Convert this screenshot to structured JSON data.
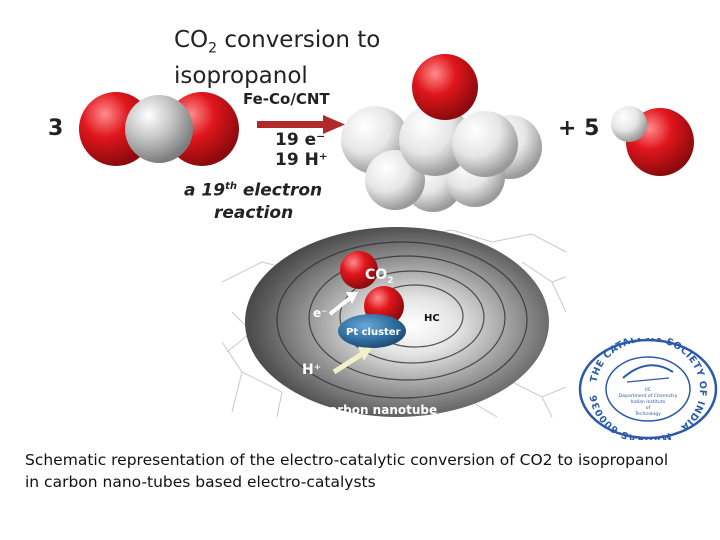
{
  "title": {
    "line1": "CO",
    "line1_sub": "2",
    "line1_rest": " conversion to",
    "line2": "isopropanol"
  },
  "equation": {
    "reactant_coefficient": "3",
    "catalyst": "Fe-Co/CNT",
    "electrons": "19 e⁻",
    "protons": "19 H⁺",
    "product_coefficient": "+ 5",
    "note_a": "a 19",
    "note_sup": "th",
    "note_rest": " electron",
    "note_line2": "reaction"
  },
  "nanotube_labels": {
    "co2": "CO",
    "co2_sub": "2",
    "electron": "e⁻",
    "cluster": "Pt cluster",
    "hc": "HC",
    "proton": "H⁺",
    "tube": "carbon nanotube"
  },
  "seal": {
    "ring_text": "THE CATALYSIS SOCIETY OF INDIA · MADRAS 600036",
    "inner_lines": [
      "IIC",
      "Department of Chemistry",
      "Indian Institute",
      "of",
      "Technology"
    ]
  },
  "caption": "Schematic representation of the electro-catalytic conversion of CO2 to isopropanol in carbon nano-tubes based electro-catalysts",
  "colors": {
    "oxygen": "#e0161c",
    "carbon": "#bfbfbf",
    "hydrogen": "#e8e8e8",
    "arrow": "#b02a2a",
    "cluster": "#2f6ea0",
    "seal": "#2a5aa8"
  }
}
